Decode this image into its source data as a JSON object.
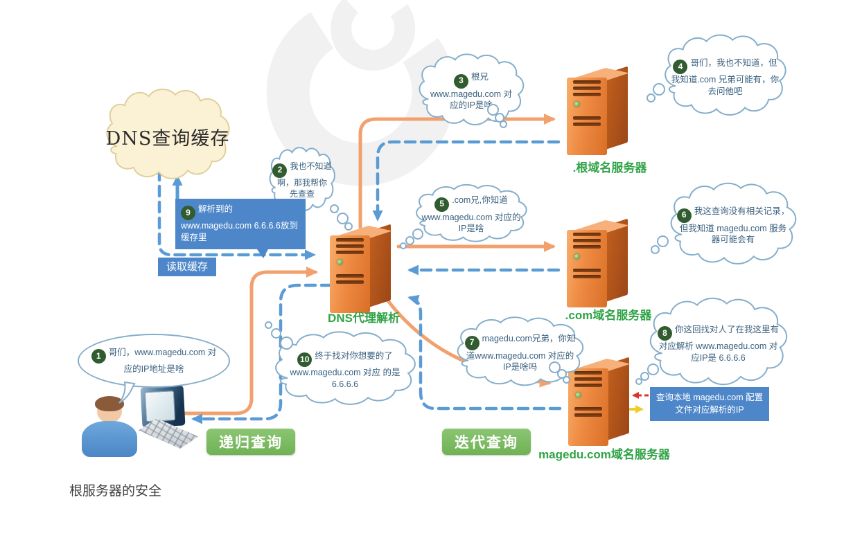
{
  "caption": "根服务器的安全",
  "cache_cloud_label": "DNS查询缓存",
  "labels": {
    "read_cache": "读取缓存",
    "recursive_query": "递归查询",
    "iterative_query": "迭代查询"
  },
  "servers": {
    "proxy": "DNS代理解析",
    "root": ".根域名服务器",
    "com": ".com域名服务器",
    "magedu": "magedu.com域名服务器"
  },
  "bubbles": [
    {
      "num": "1",
      "text": "哥们，www.magedu.com 对应的IP地址是啥"
    },
    {
      "num": "2",
      "text": "我也不知道 啊，那我帮你 先查查"
    },
    {
      "num": "3",
      "text": "根兄 www.magedu.com 对应的IP是啥"
    },
    {
      "num": "4",
      "text": "哥们，我也不知道，但我知道.com 兄弟可能有，你去问他吧"
    },
    {
      "num": "5",
      "text": ".com兄,你知道 www.magedu.com 对应的IP是啥"
    },
    {
      "num": "6",
      "text": "我这查询没有相关记录，但我知道 magedu.com 服务器可能会有"
    },
    {
      "num": "7",
      "text": "magedu.com兄弟，你知道www.magedu.com 对应的IP是啥吗"
    },
    {
      "num": "8",
      "text": "你这回找对人了在我这里有对应解析 www.magedu.com 对应IP是 6.6.6.6"
    },
    {
      "num": "10",
      "text": "终于找对你想要的了 www.magedu.com 对应 的是6.6.6.6"
    }
  ],
  "note_boxes": {
    "cache_store": {
      "num": "9",
      "text": "解析到的 www.magedu.com 6.6.6.6放到缓存里"
    },
    "local_lookup": "查询本地 magedu.com 配置文件对应解析的IP"
  },
  "icons": {
    "server": "server-tower-icon",
    "user": "person-icon",
    "monitor": "crt-monitor-icon",
    "keyboard": "keyboard-icon",
    "cloud": "thought-cloud-icon"
  },
  "colors": {
    "arrow_orange": "#F2A16E",
    "arrow_blue": "#5B9BD5",
    "note_blue": "#4E87C9",
    "label_green": "#2FA346",
    "button_green": "#7DBE62",
    "badge_green": "#315C2F",
    "cloud_cream": "#FBF2D6",
    "arrow_red": "#E03030",
    "arrow_yellow": "#F2CC2A"
  }
}
